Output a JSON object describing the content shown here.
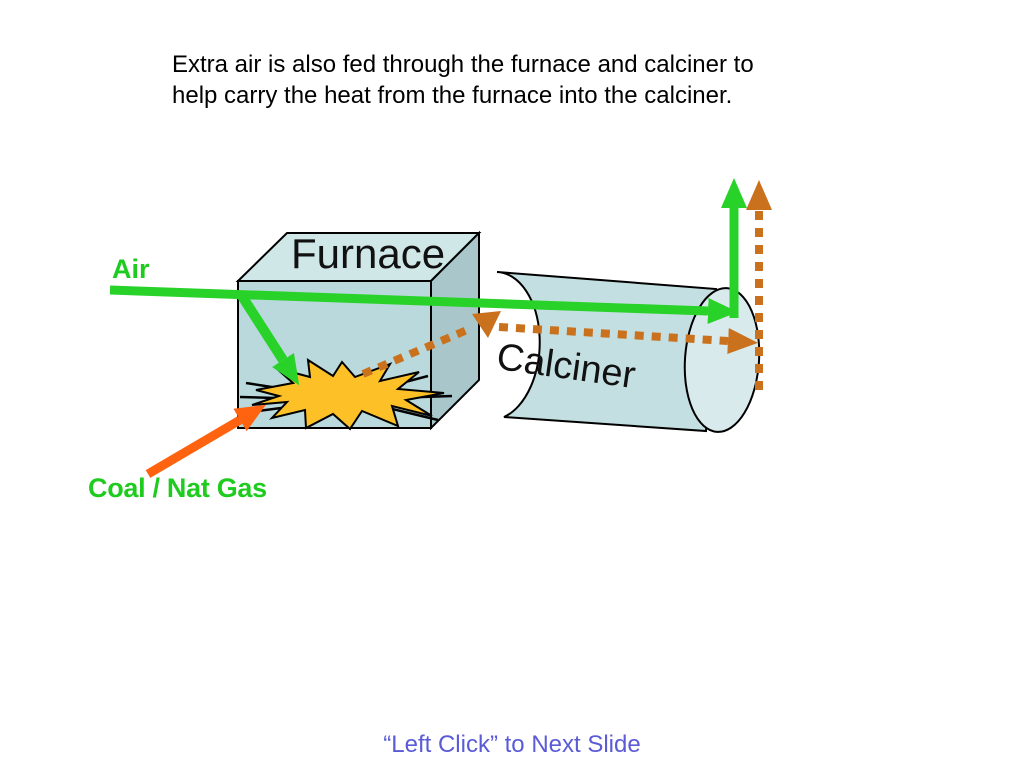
{
  "slide": {
    "caption": "Extra air is also fed through the furnace and calciner to help carry the heat from the furnace into the calciner.",
    "footer": "“Left Click” to Next Slide",
    "labels": {
      "air": "Air",
      "furnace": "Furnace",
      "calciner": "Calciner",
      "fuel": "Coal / Nat Gas"
    },
    "colors": {
      "air_flow_green": "#28d228",
      "label_green": "#1ecb1e",
      "hot_gas_brown": "#c9711c",
      "fuel_orange": "#ff6310",
      "flame_yellow": "#fdc127",
      "furnace_front": "#b9d9dc",
      "furnace_top": "#d0e7e8",
      "furnace_side": "#a9c7cb",
      "calciner_body": "#c3dfe1",
      "calciner_cap": "#d8eaec",
      "footer_blue": "#5b5bd7",
      "caption_black": "#000000",
      "background": "#ffffff"
    }
  }
}
